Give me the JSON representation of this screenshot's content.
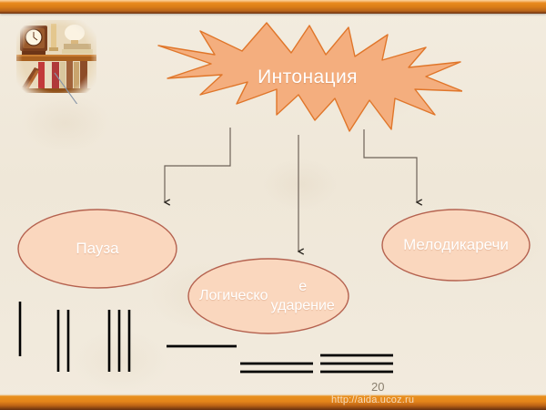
{
  "slide": {
    "page_number": "20",
    "footer_url": "http://aida.ucoz.ru",
    "decoration_icon": "bookshelf-icon"
  },
  "colors": {
    "background": "#f1eade",
    "bar_orange": "#d97d17",
    "star_fill": "#f4ae7e",
    "star_stroke": "#e0762a",
    "ellipse_fill": "#fad7be",
    "ellipse_stroke": "#b5624f",
    "connector": "#6d6258",
    "mark_black": "#000000",
    "label_text": "#ffffff",
    "page_number_text": "#8a7f6e",
    "footer_url_text": "#f6dcbe"
  },
  "diagram": {
    "root": {
      "label": "Интонация",
      "shape": "starburst"
    },
    "branches": [
      {
        "label": "Пауза",
        "shape": "ellipse",
        "notation": {
          "type": "vertical-bars",
          "groups": [
            1,
            2,
            3
          ]
        }
      },
      {
        "label": "Логическое ударение",
        "label_line_1": "Логическо",
        "label_line_2": "е ударение",
        "shape": "ellipse",
        "notation": {
          "type": "horizontal-lines",
          "groups": [
            1,
            2,
            3
          ]
        }
      },
      {
        "label": "Мелодика речи",
        "label_line_1": "Мелодика",
        "label_line_2": "речи",
        "shape": "ellipse"
      }
    ],
    "connector_count": 3
  }
}
